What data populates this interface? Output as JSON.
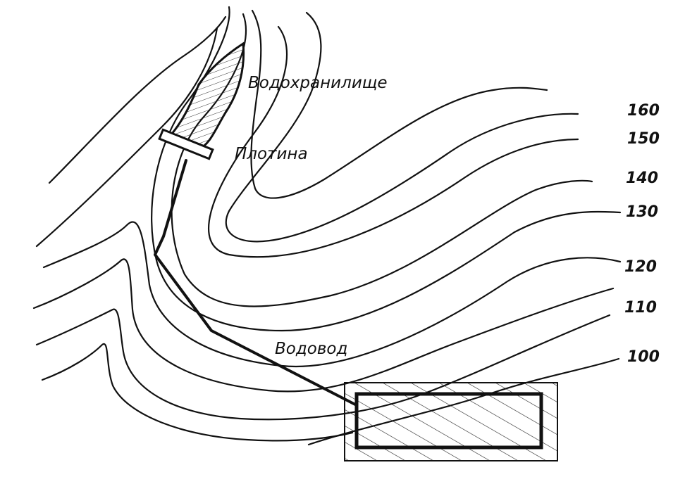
{
  "labels": {
    "reservoir": "Водохранилище",
    "dam": "Плотина",
    "pipeline": "Водовод"
  },
  "elevations": [
    "160",
    "150",
    "140",
    "130",
    "120",
    "110",
    "100"
  ],
  "colors": {
    "ink": "#111111",
    "paper": "#ffffff"
  }
}
